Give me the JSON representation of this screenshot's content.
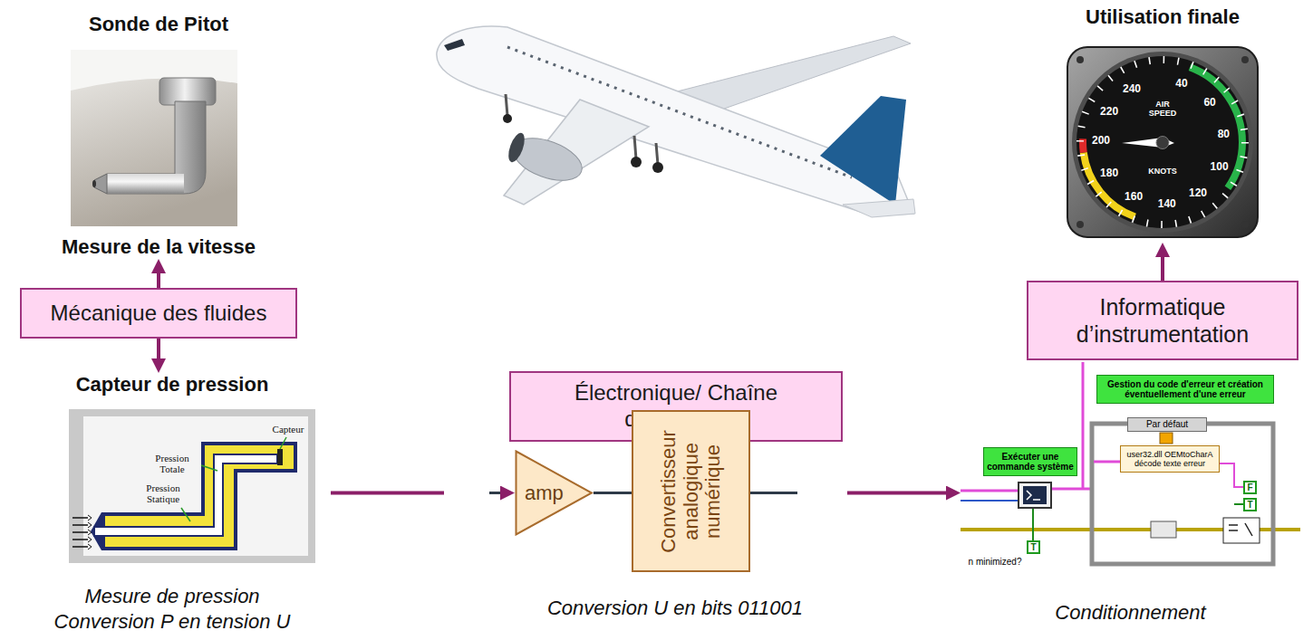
{
  "diagram": {
    "nodes": [
      {
        "text": [
          "Sonde de Pitot",
          "Mesure de la vitesse"
        ]
      },
      {
        "text": [
          "Mécanique des fluides"
        ]
      },
      {
        "text": [
          "Capteur de pression",
          "Mesure de pression Conversion P en tension U"
        ]
      },
      {
        "text": [
          "Électronique/ Chaîne de mesure"
        ]
      },
      {
        "text": [
          "amp"
        ]
      },
      {
        "text": [
          "Convertisseur analogique numérique"
        ]
      },
      {
        "text": [
          "Utilisation finale"
        ]
      },
      {
        "text": [
          "Informatique d’instrumentation"
        ]
      },
      {
        "text": [
          "Conditionnement"
        ]
      },
      {
        "text": [
          "Exécuter une commande système"
        ],
        "in": 8
      },
      {
        "text": [
          "Gestion du code d'erreur et création éventuellement d'une erreur"
        ],
        "in": 8
      },
      {
        "text": [
          "Par défaut"
        ],
        "in": 8
      },
      {
        "text": [
          "user32.dll OEMtoCharA décode texte erreur"
        ],
        "in": 8
      },
      {
        "text": [
          "F"
        ],
        "in": 8
      },
      {
        "text": [
          "T"
        ],
        "in": 8
      },
      {
        "text": [
          "T"
        ],
        "in": 8
      }
    ],
    "edges": [
      {
        "from": 1,
        "to": 0,
        "arrow": "to"
      },
      {
        "from": 1,
        "to": 2,
        "arrow": "to"
      },
      {
        "from": 2,
        "to": 4,
        "arrow": "to"
      },
      {
        "from": 4,
        "to": 5,
        "arrow": "none"
      },
      {
        "from": 5,
        "to": 8,
        "arrow": "to"
      },
      {
        "from": 7,
        "to": 6,
        "arrow": "to"
      }
    ],
    "labels": [
      "Capteur",
      "Pression Totale",
      "Pression Statique",
      "Conversion U en bits 011001",
      "n minimized?",
      "240",
      "40",
      "220",
      "AIR SPEED",
      "60",
      "200",
      "80",
      "KNOTS",
      "180",
      "100",
      "160",
      "140",
      "120"
    ]
  }
}
